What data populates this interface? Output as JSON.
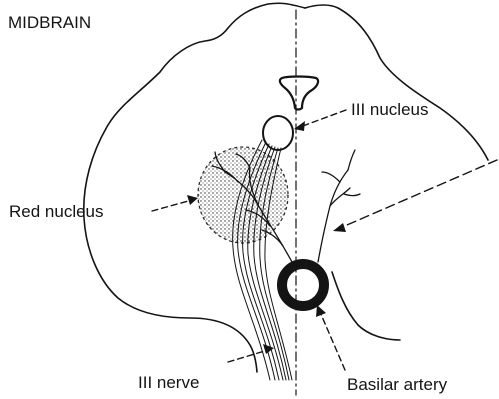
{
  "title": "MIDBRAIN",
  "labels": {
    "iii_nucleus": "III nucleus",
    "red_nucleus": "Red nucleus",
    "iii_nerve": "III nerve",
    "basilar_artery": "Basilar artery"
  }
}
